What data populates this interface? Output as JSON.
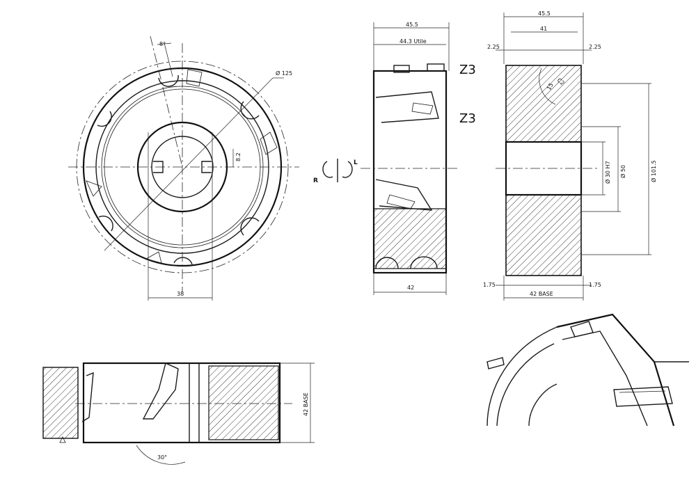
{
  "front_view": {
    "dim_angle": "8°",
    "dim_diameter": "Ø 125",
    "dim_keyway": "8.2",
    "dim_width": "38"
  },
  "side_view": {
    "dim_overall": "45.5",
    "dim_useful": "44.3 Utile",
    "tooth_count_upper": "Z3",
    "tooth_count_lower": "Z3",
    "dim_width": "42",
    "rotation_right": "R",
    "rotation_left": "L"
  },
  "section_view": {
    "dim_overall": "45.5",
    "dim_inner": "41",
    "dim_offset_left": "2.25",
    "dim_offset_right": "2.25",
    "dim_angle": "15",
    "dim_chamfer": "C2",
    "dim_bore": "Ø 30 H7",
    "dim_hub": "Ø 50",
    "dim_outer": "Ø 101.5",
    "dim_base_left": "1.75",
    "dim_base": "42 BASE",
    "dim_base_right": "1.75"
  },
  "bottom_view": {
    "dim_base": "42 BASE",
    "dim_angle": "30°"
  }
}
